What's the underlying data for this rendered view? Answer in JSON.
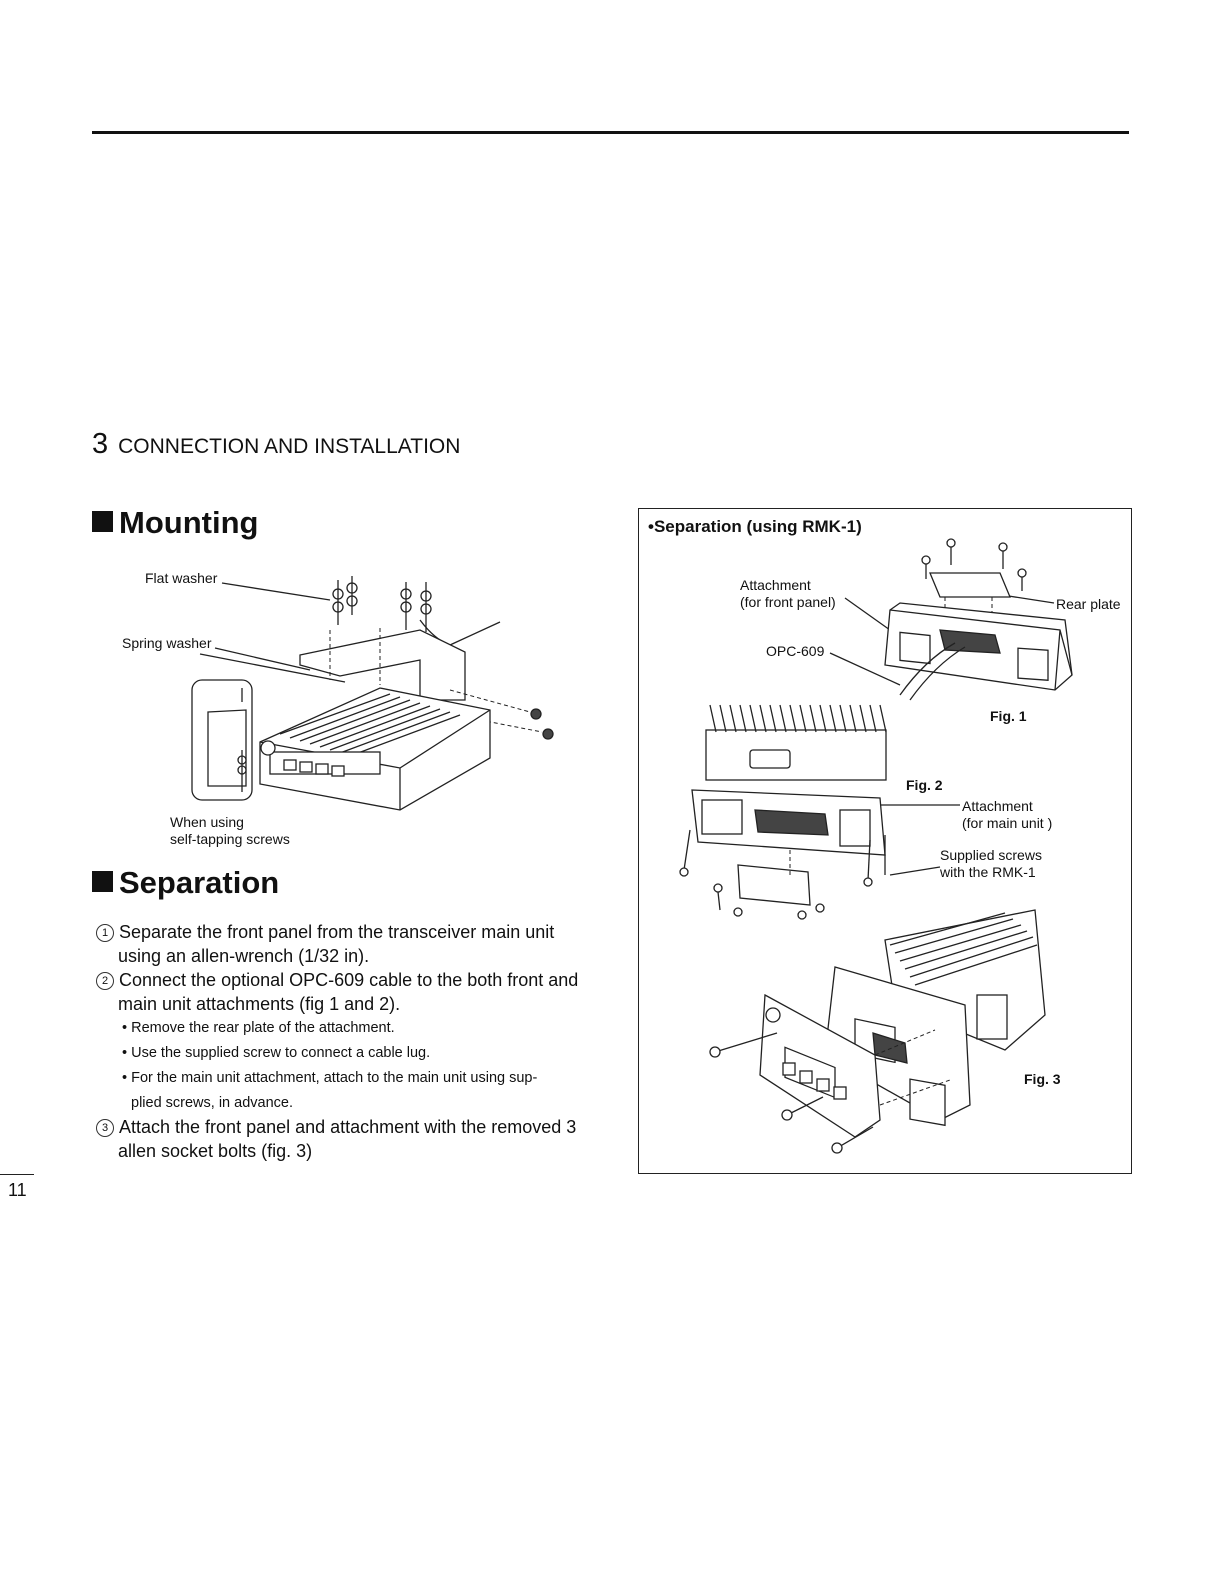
{
  "header": {
    "chapter_number": "3",
    "chapter_title": "CONNECTION AND INSTALLATION"
  },
  "mounting": {
    "title": "Mounting",
    "labels": {
      "flat_washer": "Flat washer",
      "spring_washer": "Spring washer",
      "self_tapping_line1": "When using",
      "self_tapping_line2": "self-tapping screws"
    }
  },
  "separation": {
    "title": "Separation",
    "steps": [
      {
        "num": "1",
        "line1": "Separate the front panel from the transceiver main unit",
        "line2": "using an allen-wrench (1/32 in)."
      },
      {
        "num": "2",
        "line1": "Connect the optional OPC-609 cable to the both front and",
        "line2": "main unit attachments (fig 1 and 2)."
      },
      {
        "num": "3",
        "line1": "Attach the front panel and attachment with the removed 3",
        "line2": "allen socket bolts (fig. 3)"
      }
    ],
    "bullets": [
      {
        "line1": "Remove the rear plate of the attachment."
      },
      {
        "line1": "Use the supplied screw to connect a cable lug."
      },
      {
        "line1": "For the main unit attachment, attach to the main unit using sup-",
        "line2": "plied screws, in advance."
      }
    ]
  },
  "sidebar": {
    "title": "•Separation (using RMK-1)",
    "labels": {
      "attachment_front_1": "Attachment",
      "attachment_front_2": "(for front panel)",
      "rear_plate": "Rear plate",
      "opc": "OPC-609",
      "fig1": "Fig. 1",
      "fig2": "Fig. 2",
      "attachment_main_1": "Attachment",
      "attachment_main_2": "(for main unit )",
      "supplied_1": "Supplied screws",
      "supplied_2": "with the RMK-1",
      "fig3": "Fig. 3"
    }
  },
  "footer": {
    "page_number": "11"
  }
}
